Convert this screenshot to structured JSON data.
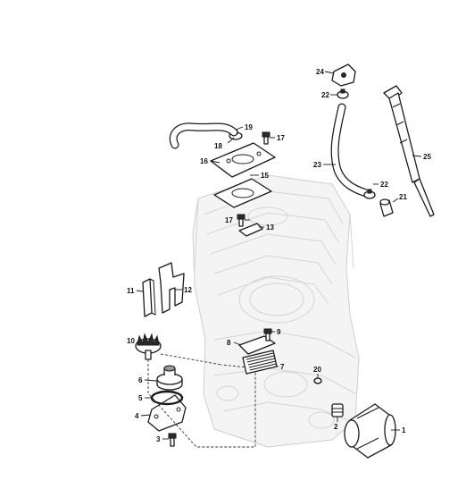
{
  "callouts": [
    {
      "id": "c1",
      "label": "1"
    },
    {
      "id": "c2",
      "label": "2"
    },
    {
      "id": "c3",
      "label": "3"
    },
    {
      "id": "c4",
      "label": "4"
    },
    {
      "id": "c5",
      "label": "5"
    },
    {
      "id": "c6",
      "label": "6"
    },
    {
      "id": "c7",
      "label": "7"
    },
    {
      "id": "c8",
      "label": "8"
    },
    {
      "id": "c9",
      "label": "9"
    },
    {
      "id": "c10",
      "label": "10"
    },
    {
      "id": "c11",
      "label": "11"
    },
    {
      "id": "c12",
      "label": "12"
    },
    {
      "id": "c13",
      "label": "13"
    },
    {
      "id": "c15",
      "label": "15"
    },
    {
      "id": "c16",
      "label": "16"
    },
    {
      "id": "c17a",
      "label": "17"
    },
    {
      "id": "c17b",
      "label": "17"
    },
    {
      "id": "c18",
      "label": "18"
    },
    {
      "id": "c19",
      "label": "19"
    },
    {
      "id": "c20",
      "label": "20"
    },
    {
      "id": "c21",
      "label": "21"
    },
    {
      "id": "c22a",
      "label": "22"
    },
    {
      "id": "c22b",
      "label": "22"
    },
    {
      "id": "c23",
      "label": "23"
    },
    {
      "id": "c24",
      "label": "24"
    },
    {
      "id": "c25",
      "label": "25"
    }
  ]
}
